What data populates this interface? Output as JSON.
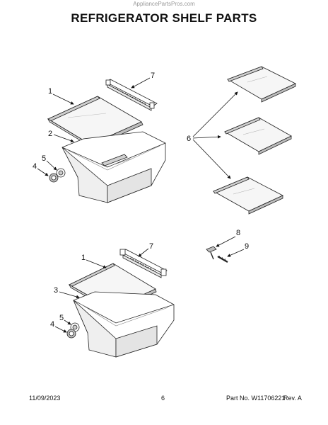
{
  "watermark": "AppliancePartsPros.com",
  "title": "REFRIGERATOR SHELF PARTS",
  "callouts": {
    "c1a": "1",
    "c2": "2",
    "c4a": "4",
    "c5a": "5",
    "c7a": "7",
    "c6": "6",
    "c8": "8",
    "c9": "9",
    "c1b": "1",
    "c3": "3",
    "c4b": "4",
    "c5b": "5",
    "c7b": "7"
  },
  "footer": {
    "date": "11/09/2023",
    "page": "6",
    "part_number": "Part No. W11706221",
    "revision": "Rev. A"
  }
}
